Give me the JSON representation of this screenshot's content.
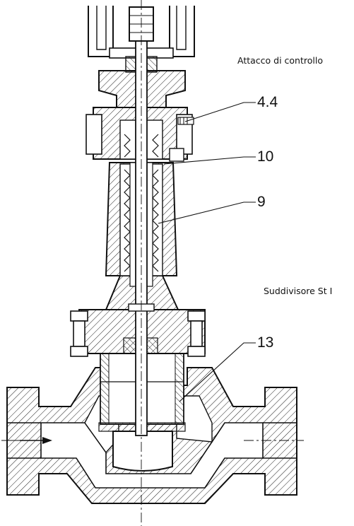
{
  "labels": {
    "control_connection": "Attacco di controllo",
    "splitter": "Suddivisore St I"
  },
  "callouts": {
    "c44": "4.4",
    "c10": "10",
    "c9": "9",
    "c13": "13"
  }
}
